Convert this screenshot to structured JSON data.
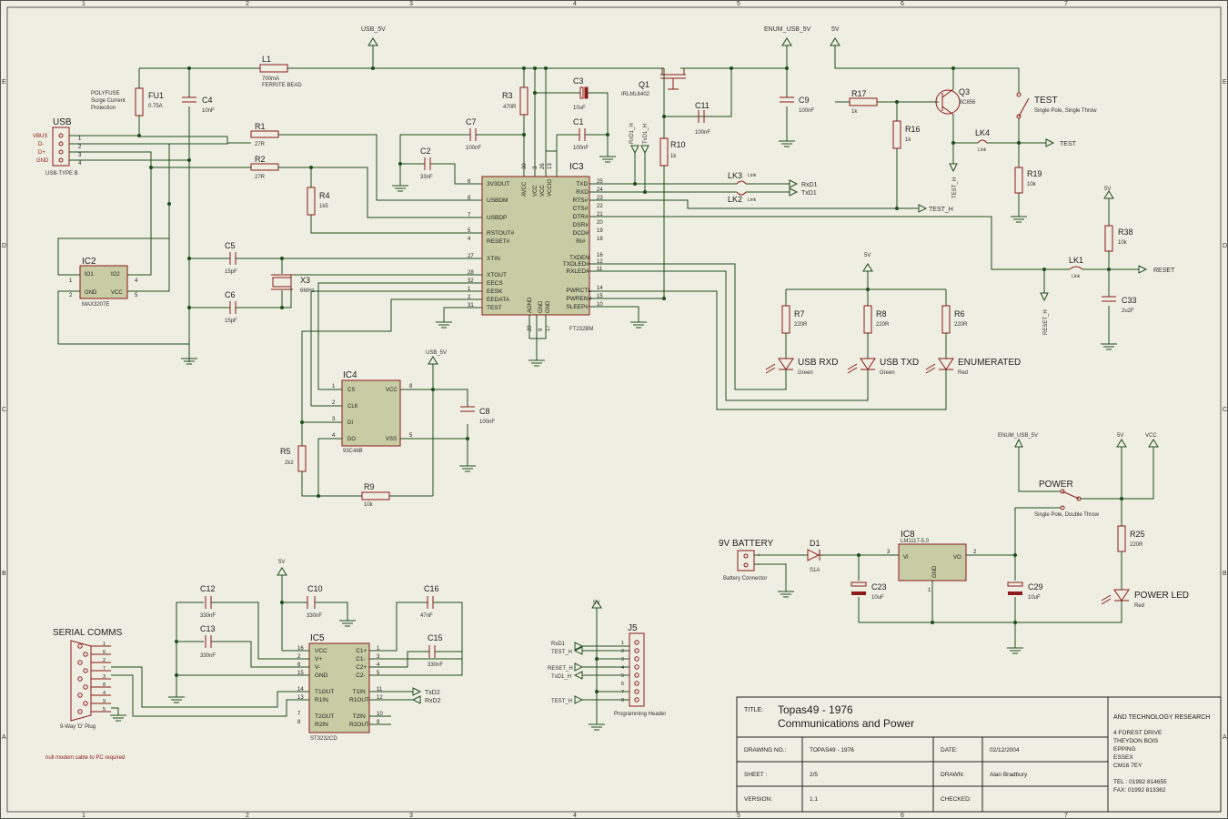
{
  "border": {
    "cols": [
      "1",
      "2",
      "3",
      "4",
      "5",
      "6",
      "7"
    ],
    "rows": [
      "E",
      "D",
      "C",
      "B",
      "A"
    ]
  },
  "nets": {
    "usb_5v_top": "USB_5V",
    "enum_usb_5v_top": "ENUM_USB_5V",
    "v5_top": "5V",
    "usb_5v_ic4": "USB_5V",
    "v5_ic5": "5V",
    "v5_j5": "5V",
    "v5_leds": "5V",
    "v5_r38": "5V",
    "enum_usb_5v_pwr": "ENUM_USB_5V",
    "v5_pwr": "5V",
    "vcc_pwr": "VCC",
    "rxd1": "RxD1",
    "txd1": "TxD1",
    "test_h": "TEST_H",
    "test": "TEST",
    "reset": "RESET",
    "rxd1_h": "RxD1_H",
    "txd1_h": "TxD1_H",
    "test_h_v": "TEST_H",
    "reset_h_v": "RESET_H",
    "txd2": "TxD2",
    "rxd2": "RxD2"
  },
  "usb": {
    "title": "USB",
    "pins": [
      "VBUS",
      "D-",
      "D+",
      "GND"
    ],
    "nums": [
      "1",
      "2",
      "3",
      "4"
    ],
    "type": "USB-TYPE B"
  },
  "fu1": {
    "ref": "FU1",
    "value": "0.75A",
    "note1": "POLYFUSE",
    "note2": "Surge Current",
    "note3": "Protection"
  },
  "l1": {
    "ref": "L1",
    "v1": "700mA",
    "v2": "FERRITE BEAD"
  },
  "c4": {
    "ref": "C4",
    "value": "10nF"
  },
  "r1": {
    "ref": "R1",
    "value": "27R"
  },
  "r2": {
    "ref": "R2",
    "value": "27R"
  },
  "r3": {
    "ref": "R3",
    "value": "470R"
  },
  "r4": {
    "ref": "R4",
    "value": "1k5"
  },
  "c7": {
    "ref": "C7",
    "value": "100nF"
  },
  "c2": {
    "ref": "C2",
    "value": "33nF"
  },
  "c3": {
    "ref": "C3",
    "value": "10uF"
  },
  "c1": {
    "ref": "C1",
    "value": "100nF"
  },
  "q1": {
    "ref": "Q1",
    "value": "IRLML6402"
  },
  "c11": {
    "ref": "C11",
    "value": "100nF"
  },
  "r10": {
    "ref": "R10",
    "value": "1k"
  },
  "c9": {
    "ref": "C9",
    "value": "100nF"
  },
  "r17": {
    "ref": "R17",
    "value": "1k"
  },
  "q3": {
    "ref": "Q3",
    "value": "BC856"
  },
  "r16": {
    "ref": "R16",
    "value": "1k"
  },
  "lk4": {
    "ref": "LK4",
    "value": "Link"
  },
  "sw_test": {
    "ref": "TEST",
    "value": "Single Pole, Single Throw"
  },
  "r19": {
    "ref": "R19",
    "value": "10k"
  },
  "ic2": {
    "ref": "IC2",
    "part": "MAX3207E",
    "p1": "IO1",
    "p2": "IO2",
    "p3": "GND",
    "p4": "VCC",
    "n1": "1",
    "n4": "4",
    "n2": "2",
    "n5": "5"
  },
  "c5": {
    "ref": "C5",
    "value": "15pF"
  },
  "c6": {
    "ref": "C6",
    "value": "15pF"
  },
  "x3": {
    "ref": "X3",
    "value": "6MHz"
  },
  "ic3": {
    "ref": "IC3",
    "part": "FT232BM",
    "left": [
      {
        "n": "6",
        "l": "3V3OUT"
      },
      {
        "n": "8",
        "l": "USBDM"
      },
      {
        "n": "7",
        "l": "USBDP"
      },
      {
        "n": "5",
        "l": "RSTOUT#"
      },
      {
        "n": "4",
        "l": "RESET#"
      },
      {
        "n": "27",
        "l": "XTIN"
      },
      {
        "n": "28",
        "l": "XTOUT"
      },
      {
        "n": "32",
        "l": "EECS"
      },
      {
        "n": "1",
        "l": "EESK"
      },
      {
        "n": "2",
        "l": "EEDATA"
      },
      {
        "n": "31",
        "l": "TEST"
      }
    ],
    "right": [
      {
        "n": "25",
        "l": "TXD"
      },
      {
        "n": "24",
        "l": "RXD"
      },
      {
        "n": "23",
        "l": "RTS#"
      },
      {
        "n": "22",
        "l": "CTS#"
      },
      {
        "n": "21",
        "l": "DTR#"
      },
      {
        "n": "20",
        "l": "DSR#"
      },
      {
        "n": "19",
        "l": "DCD#"
      },
      {
        "n": "18",
        "l": "RI#"
      },
      {
        "n": "16",
        "l": "TXDEN"
      },
      {
        "n": "12",
        "l": "TXDLED#"
      },
      {
        "n": "11",
        "l": "RXLED#"
      },
      {
        "n": "14",
        "l": "PWRCTL"
      },
      {
        "n": "15",
        "l": "PWREN#"
      },
      {
        "n": "10",
        "l": "SLEEP#"
      }
    ],
    "top": [
      {
        "n": "30",
        "l": "AVCC"
      },
      {
        "n": "3",
        "l": "VCC"
      },
      {
        "n": "26",
        "l": "VCC"
      },
      {
        "n": "13",
        "l": "VCCIO"
      }
    ],
    "bottom": [
      {
        "n": "29",
        "l": "AGND"
      },
      {
        "n": "9",
        "l": "GND"
      },
      {
        "n": "17",
        "l": "GND"
      }
    ]
  },
  "lk3": {
    "ref": "LK3",
    "value": "Link"
  },
  "lk2": {
    "ref": "LK2",
    "value": "Link"
  },
  "r38": {
    "ref": "R38",
    "value": "10k"
  },
  "lk1": {
    "ref": "LK1",
    "value": "Link"
  },
  "c33": {
    "ref": "C33",
    "value": "2u2F"
  },
  "r7": {
    "ref": "R7",
    "value": "220R"
  },
  "r8": {
    "ref": "R8",
    "value": "220R"
  },
  "r6": {
    "ref": "R6",
    "value": "220R"
  },
  "led_rxd": {
    "ref": "USB RXD",
    "value": "Green"
  },
  "led_txd": {
    "ref": "USB TXD",
    "value": "Green"
  },
  "led_enum": {
    "ref": "ENUMERATED",
    "value": "Red"
  },
  "ic4": {
    "ref": "IC4",
    "part": "93C46B",
    "l1": "CS",
    "l2": "CLK",
    "l3": "DI",
    "l4": "DO",
    "r1": "VCC",
    "r2": "VSS",
    "n1": "1",
    "n2": "2",
    "n3": "3",
    "n4": "4",
    "n8": "8",
    "n5": "5"
  },
  "c8": {
    "ref": "C8",
    "value": "100nF"
  },
  "r5": {
    "ref": "R5",
    "value": "2k2"
  },
  "r9": {
    "ref": "R9",
    "value": "10k"
  },
  "sw_power": {
    "ref": "POWER",
    "value": "Single Pole, Double Throw"
  },
  "r25": {
    "ref": "R25",
    "value": "220R"
  },
  "led_power": {
    "ref": "POWER LED",
    "value": "Red"
  },
  "battery": {
    "ref": "9V BATTERY",
    "value": "Battery Connector",
    "plus": "+",
    "minus": "-"
  },
  "d1": {
    "ref": "D1",
    "value": "S1A"
  },
  "ic8": {
    "ref": "IC8",
    "part": "LM1117-5.0",
    "vi": "VI",
    "vo": "VO",
    "gnd": "GND",
    "n3": "3",
    "n2": "2",
    "n1": "1"
  },
  "c23": {
    "ref": "C23",
    "value": "10uF"
  },
  "c29": {
    "ref": "C29",
    "value": "10uF"
  },
  "c12": {
    "ref": "C12",
    "value": "330nF"
  },
  "c10": {
    "ref": "C10",
    "value": "330nF"
  },
  "c16": {
    "ref": "C16",
    "value": "47nF"
  },
  "c13": {
    "ref": "C13",
    "value": "330nF"
  },
  "c15": {
    "ref": "C15",
    "value": "330nF"
  },
  "ic5": {
    "ref": "IC5",
    "part": "ST3232CD",
    "left": [
      {
        "n": "16",
        "l": "VCC"
      },
      {
        "n": "2",
        "l": "V+"
      },
      {
        "n": "6",
        "l": "V-"
      },
      {
        "n": "15",
        "l": "GND"
      },
      {
        "n": "14",
        "l": "T1OUT"
      },
      {
        "n": "13",
        "l": "R1IN"
      },
      {
        "n": "7",
        "l": "T2OUT"
      },
      {
        "n": "8",
        "l": "R2IN"
      }
    ],
    "right": [
      {
        "n": "1",
        "l": "C1+"
      },
      {
        "n": "3",
        "l": "C1-"
      },
      {
        "n": "4",
        "l": "C2+"
      },
      {
        "n": "5",
        "l": "C2-"
      },
      {
        "n": "11",
        "l": "T1IN"
      },
      {
        "n": "12",
        "l": "R1OUT"
      },
      {
        "n": "10",
        "l": "T2IN"
      },
      {
        "n": "9",
        "l": "R2OUT"
      }
    ]
  },
  "serial": {
    "title": "SERIAL COMMS",
    "plug": "9-Way 'D' Plug",
    "note": "null modem cable to PC required",
    "pins": [
      "1",
      "6",
      "2",
      "7",
      "3",
      "8",
      "4",
      "9",
      "5"
    ]
  },
  "j5": {
    "ref": "J5",
    "value": "Programming Header",
    "pins": [
      "1",
      "2",
      "3",
      "4",
      "5",
      "6",
      "7",
      "8"
    ]
  },
  "title_block": {
    "title_label": "TITLE:",
    "title1": "Topas49 - 1976",
    "title2": "Communications and Power",
    "company": "AND TECHNOLOGY RESEARCH",
    "addr": [
      "4 FOREST DRIVE",
      "THEYDON BOIS",
      "EPPING",
      "ESSEX",
      "CM16 7EY"
    ],
    "tel": "TEL : 01992 814655",
    "fax": "FAX: 01992 813362",
    "drawing_no_label": "DRAWING NO.:",
    "drawing_no": "TOPAS49 - 1976",
    "date_label": "DATE:",
    "date": "02/12/2004",
    "sheet_label": "SHEET :",
    "sheet": "2/5",
    "drawn_label": "DRAWN:",
    "drawn": "Alan Bradbury",
    "version_label": "VERSION:",
    "version": "1.1",
    "checked_label": "CHECKED:"
  }
}
